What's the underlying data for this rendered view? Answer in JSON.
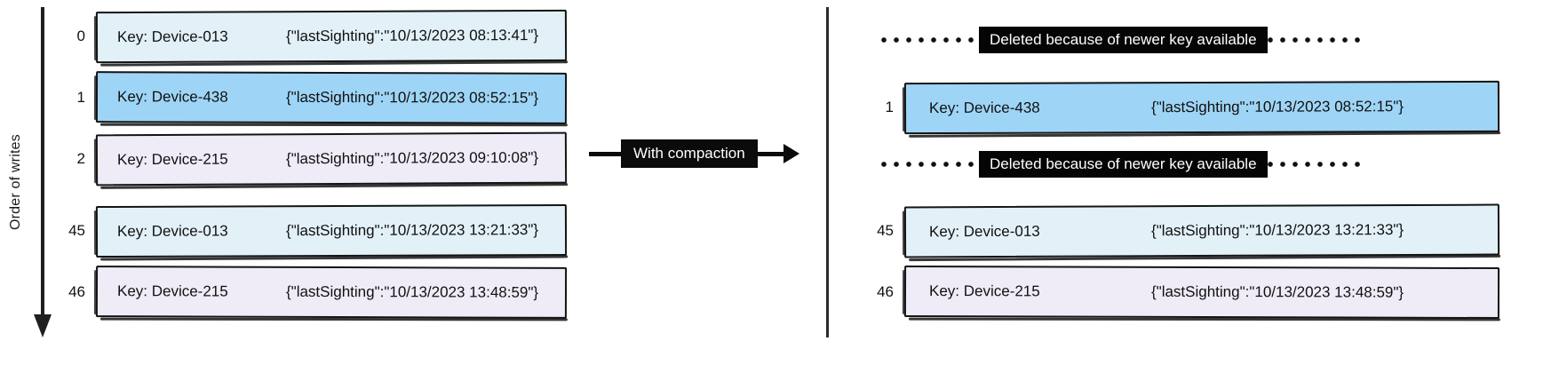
{
  "diagram": {
    "axis_label": "Order of writes",
    "transition_label": "With compaction",
    "deleted_banner_text": "Deleted because of newer key available",
    "colors": {
      "light_blue": "#e2f1f8",
      "blue": "#9ed5f6",
      "lavender": "#efecf8",
      "ink": "#141414",
      "badge_bg": "#050505",
      "badge_fg": "#ffffff"
    }
  },
  "left_panel": {
    "rows": [
      {
        "index": "0",
        "key": "Key: Device-013",
        "value": "{\"lastSighting\":\"10/13/2023 08:13:41\"}",
        "color": "light_blue"
      },
      {
        "index": "1",
        "key": "Key: Device-438",
        "value": "{\"lastSighting\":\"10/13/2023 08:52:15\"}",
        "color": "blue"
      },
      {
        "index": "2",
        "key": "Key: Device-215",
        "value": "{\"lastSighting\":\"10/13/2023 09:10:08\"}",
        "color": "lavender"
      },
      {
        "index": "45",
        "key": "Key: Device-013",
        "value": "{\"lastSighting\":\"10/13/2023 13:21:33\"}",
        "color": "light_blue"
      },
      {
        "index": "46",
        "key": "Key: Device-215",
        "value": "{\"lastSighting\":\"10/13/2023 13:48:59\"}",
        "color": "lavender"
      }
    ]
  },
  "right_panel": {
    "items": [
      {
        "kind": "deleted",
        "text": "Deleted because of newer key available"
      },
      {
        "kind": "record",
        "index": "1",
        "key": "Key: Device-438",
        "value": "{\"lastSighting\":\"10/13/2023 08:52:15\"}",
        "color": "blue"
      },
      {
        "kind": "deleted",
        "text": "Deleted because of newer key available"
      },
      {
        "kind": "record",
        "index": "45",
        "key": "Key: Device-013",
        "value": "{\"lastSighting\":\"10/13/2023 13:21:33\"}",
        "color": "light_blue"
      },
      {
        "kind": "record",
        "index": "46",
        "key": "Key: Device-215",
        "value": "{\"lastSighting\":\"10/13/2023 13:48:59\"}",
        "color": "lavender"
      }
    ]
  }
}
